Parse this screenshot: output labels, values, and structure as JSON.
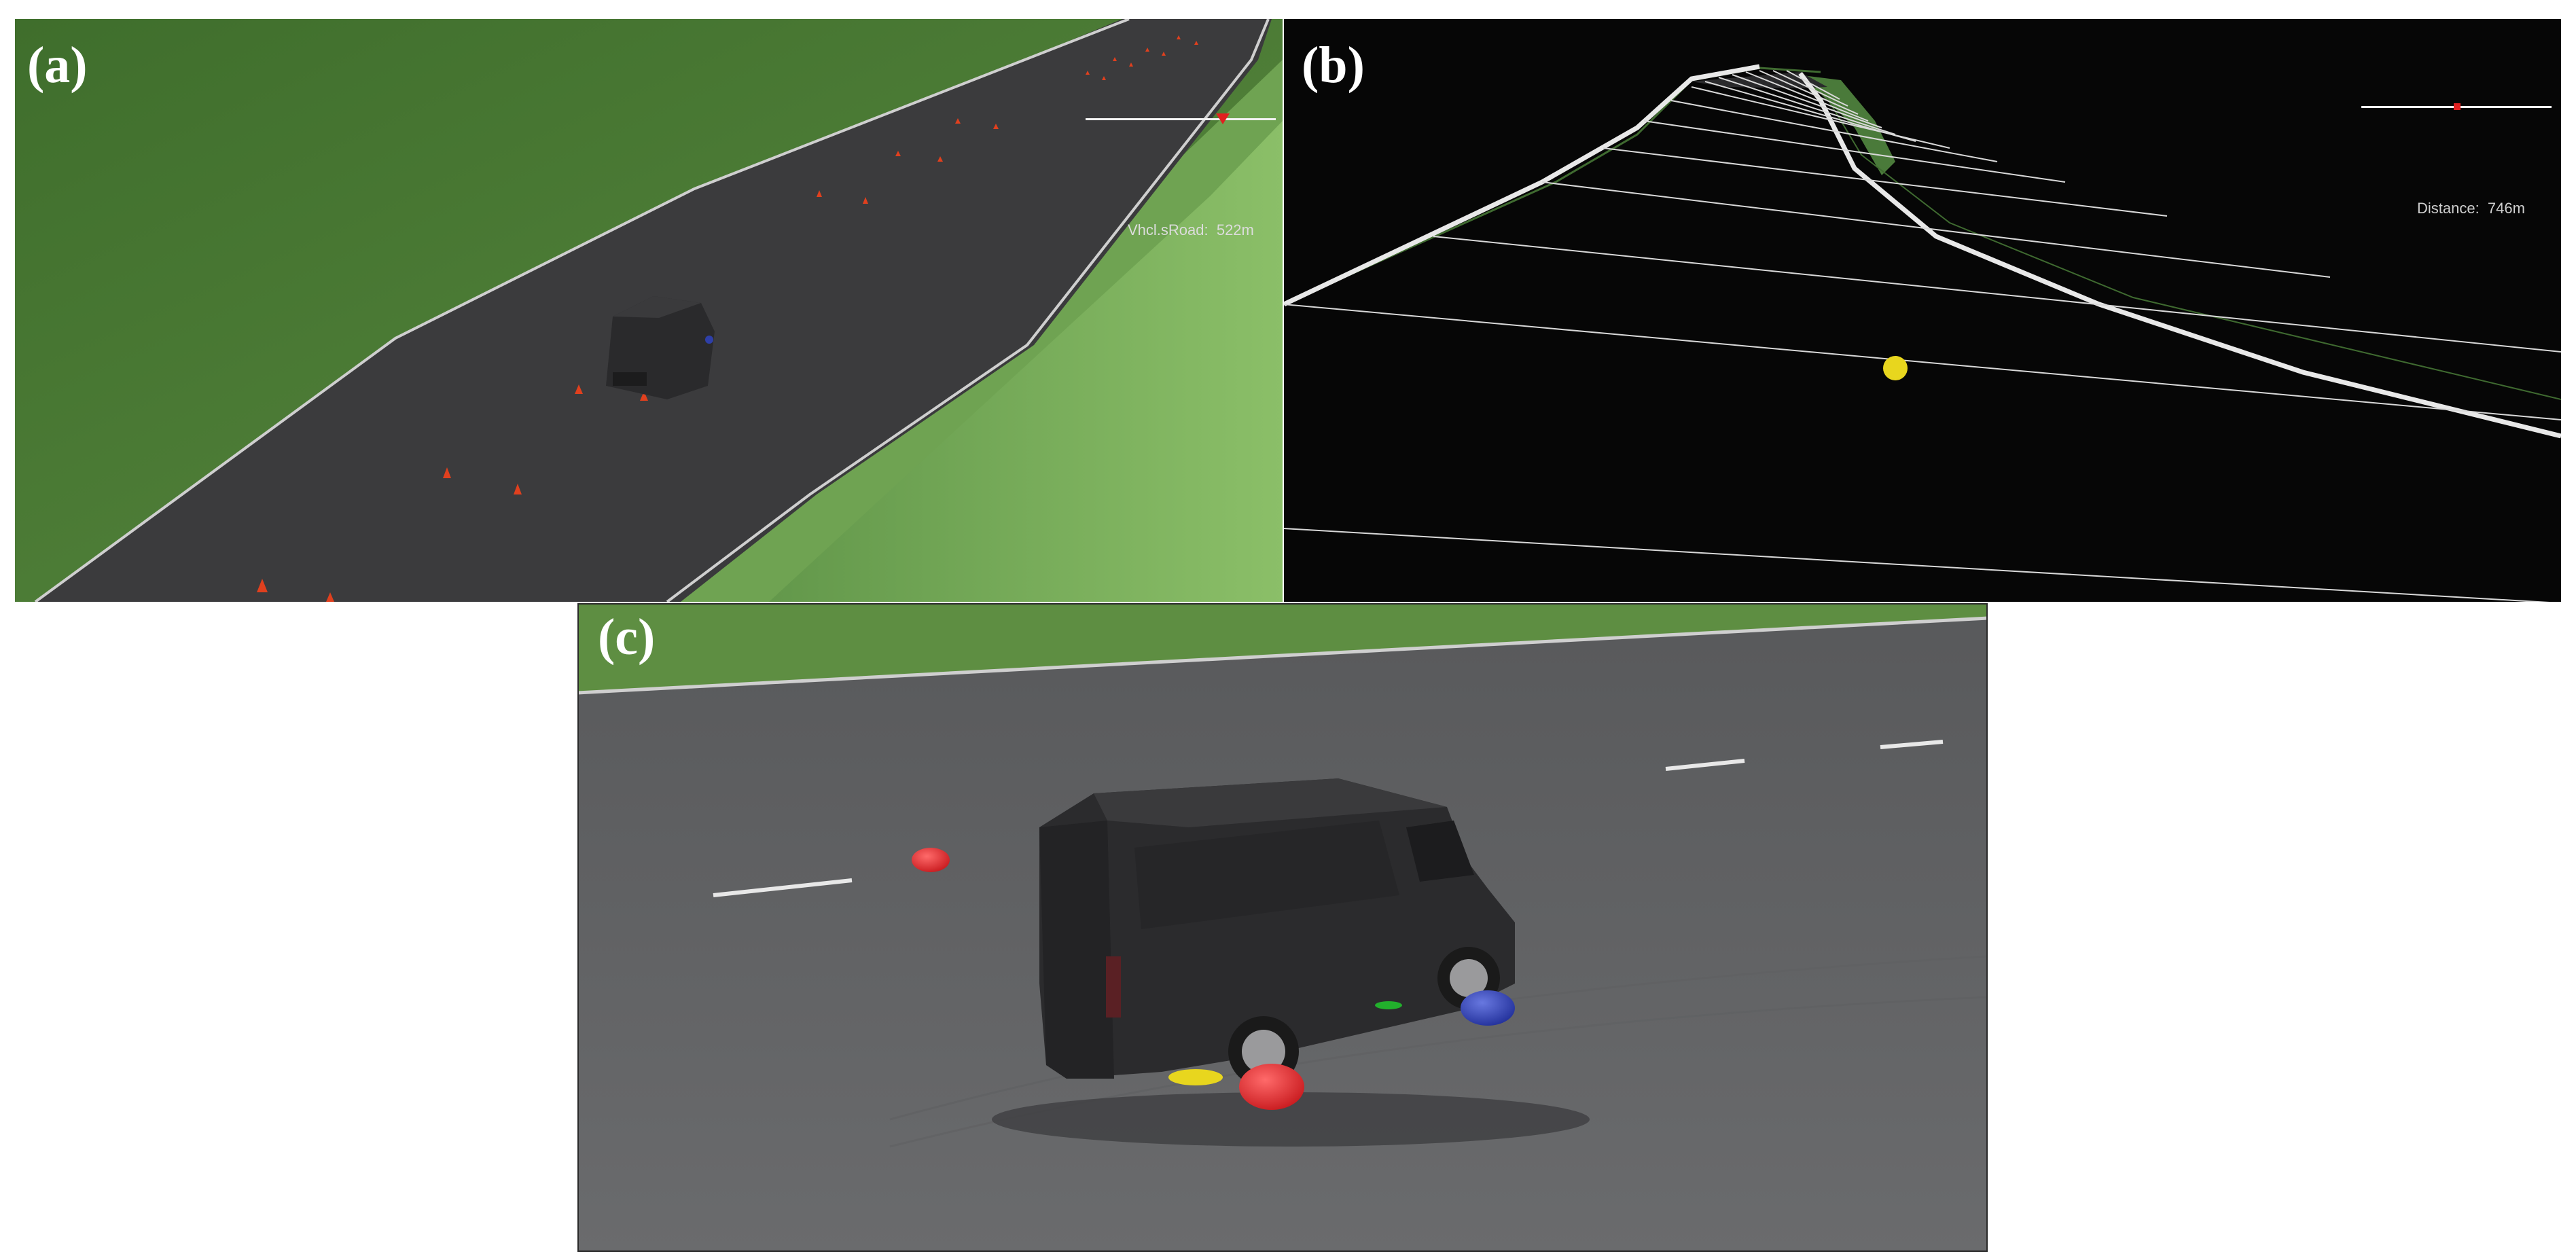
{
  "figure": {
    "panels": [
      {
        "id": "a",
        "label": "(a)",
        "hud_text": "Vhcl.sRoad:  522m",
        "hud_marker_color": "#e02020"
      },
      {
        "id": "b",
        "label": "(b)",
        "hud_text": "Distance:  746m",
        "hud_marker_color": "#e02020"
      },
      {
        "id": "c",
        "label": "(c)"
      }
    ]
  },
  "scene_colors": {
    "grass": "#4f7a38",
    "road": "#3a3a3c",
    "road_edge": "#d8d8d8",
    "cone": "#e0401e",
    "van": "#2a2a2c",
    "marker_red": "#e02226",
    "marker_blue": "#2e3fa8",
    "marker_yellow": "#e8d61e",
    "marker_green": "#22b02c",
    "wireframe_bg": "#060606",
    "wireframe_line": "#e8e8e8"
  },
  "icons": [
    "traffic-cone-icon",
    "van-icon",
    "marker-sphere-icon"
  ]
}
